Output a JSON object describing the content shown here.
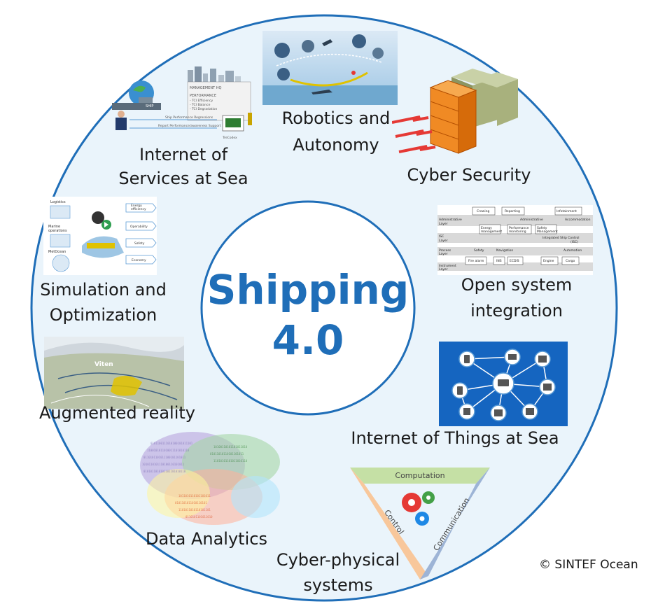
{
  "center": {
    "line1": "Shipping",
    "line2": "4.0"
  },
  "topics": {
    "internet_services": {
      "line1": "Internet of",
      "line2": "Services at Sea"
    },
    "robotics": {
      "line1": "Robotics and",
      "line2": "Autonomy"
    },
    "cyber_security": {
      "line1": "Cyber Security"
    },
    "simulation": {
      "line1": "Simulation and",
      "line2": "Optimization"
    },
    "open_system": {
      "line1": "Open system",
      "line2": "integration"
    },
    "augmented": {
      "line1": "Augmented reality"
    },
    "iot": {
      "line1": "Internet of Things at Sea"
    },
    "data_analytics": {
      "line1": "Data Analytics"
    },
    "cyber_physical": {
      "line1": "Cyber-physical",
      "line2": "systems"
    }
  },
  "triangle": {
    "top": "Computation",
    "left": "Control",
    "right": "Communication"
  },
  "simulation_image": {
    "left": [
      "Logistics",
      "Marine operations",
      "MetOcean"
    ],
    "right": [
      "Energy efficiency",
      "Operability",
      "Safety",
      "Economy"
    ]
  },
  "open_system_image": {
    "boxes": [
      "Crewing",
      "Reporting",
      "Infotainment",
      "Energy management",
      "Performance monitoring",
      "Safety Management",
      "Fire alarm",
      "INS",
      "ECDIS",
      "Engine",
      "Cargo"
    ],
    "layers": [
      "Administrative Layer",
      "ISC Layer",
      "Process Layer",
      "Instrument Layer"
    ],
    "tags": [
      "Administrative",
      "Accommodation",
      "Integrated Ship Control (ISC)",
      "Safety",
      "Navigation",
      "Automation"
    ]
  },
  "services_image": {
    "panel": [
      "MANAGEMENT HQ",
      "PERFORMANCE",
      "- TCI Efficiency",
      "- TCI Balance",
      "- TCI Degradation"
    ],
    "arrows": [
      "Ship Performance Regressions",
      "Report Performance/awareness Support"
    ],
    "tags": [
      "SHIP",
      "TreCodex"
    ]
  },
  "copyright": "© SINTEF Ocean",
  "colors": {
    "ring": "#1f6eb8",
    "title": "#1f6eb8",
    "disc": "#eaf4fb",
    "iot_bg": "#1565c0"
  }
}
